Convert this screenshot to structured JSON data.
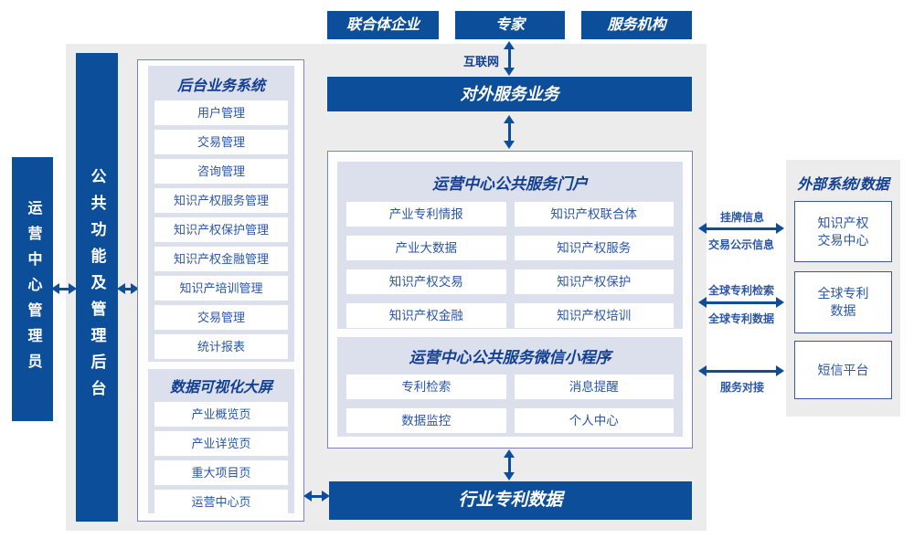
{
  "top_actors": [
    "联合体企业",
    "专家",
    "服务机构"
  ],
  "internet_label": "互联网",
  "external_service_bar": "对外服务业务",
  "admin_box": "运营中心管理员",
  "backend_functions_bar": "公共功能及管理后台",
  "backend_panel": {
    "title": "后台业务系统",
    "items": [
      "用户管理",
      "交易管理",
      "咨询管理",
      "知识产权服务管理",
      "知识产权保护管理",
      "知识产权金融管理",
      "知识产培训管理",
      "交易管理",
      "统计报表"
    ]
  },
  "dashboard_panel": {
    "title": "数据可视化大屏",
    "items": [
      "产业概览页",
      "产业详览页",
      "重大项目页",
      "运营中心页"
    ]
  },
  "portal": {
    "title": "运营中心公共服务门户",
    "items": [
      "产业专利情报",
      "知识产权联合体",
      "产业大数据",
      "知识产权服务",
      "知识产权交易",
      "知识产权保护",
      "知识产权金融",
      "知识产权培训"
    ]
  },
  "miniprogram": {
    "title": "运营中心公共服务微信小程序",
    "items": [
      "专利检索",
      "消息提醒",
      "数据监控",
      "个人中心"
    ]
  },
  "industry_patent_bar": "行业专利数据",
  "external_panel": {
    "title": "外部系统/数据",
    "boxes": [
      {
        "line1": "知识产权",
        "line2": "交易中心"
      },
      {
        "line1": "全球专利",
        "line2": "数据"
      },
      {
        "line1": "短信平台",
        "line2": ""
      }
    ]
  },
  "right_links": [
    {
      "above": "挂牌信息",
      "below": "交易公示信息"
    },
    {
      "above": "全球专利检索",
      "below": "全球专利数据"
    },
    {
      "above": "",
      "below": "服务对接"
    }
  ],
  "colors": {
    "primary_blue": "#0d4e9b",
    "text_blue": "#2b56a7",
    "header_blue": "#133f92",
    "lavender": "#dce0ed",
    "panel_gray": "#ececec",
    "panel_border": "#7d86b2",
    "box_border": "#40549f"
  }
}
